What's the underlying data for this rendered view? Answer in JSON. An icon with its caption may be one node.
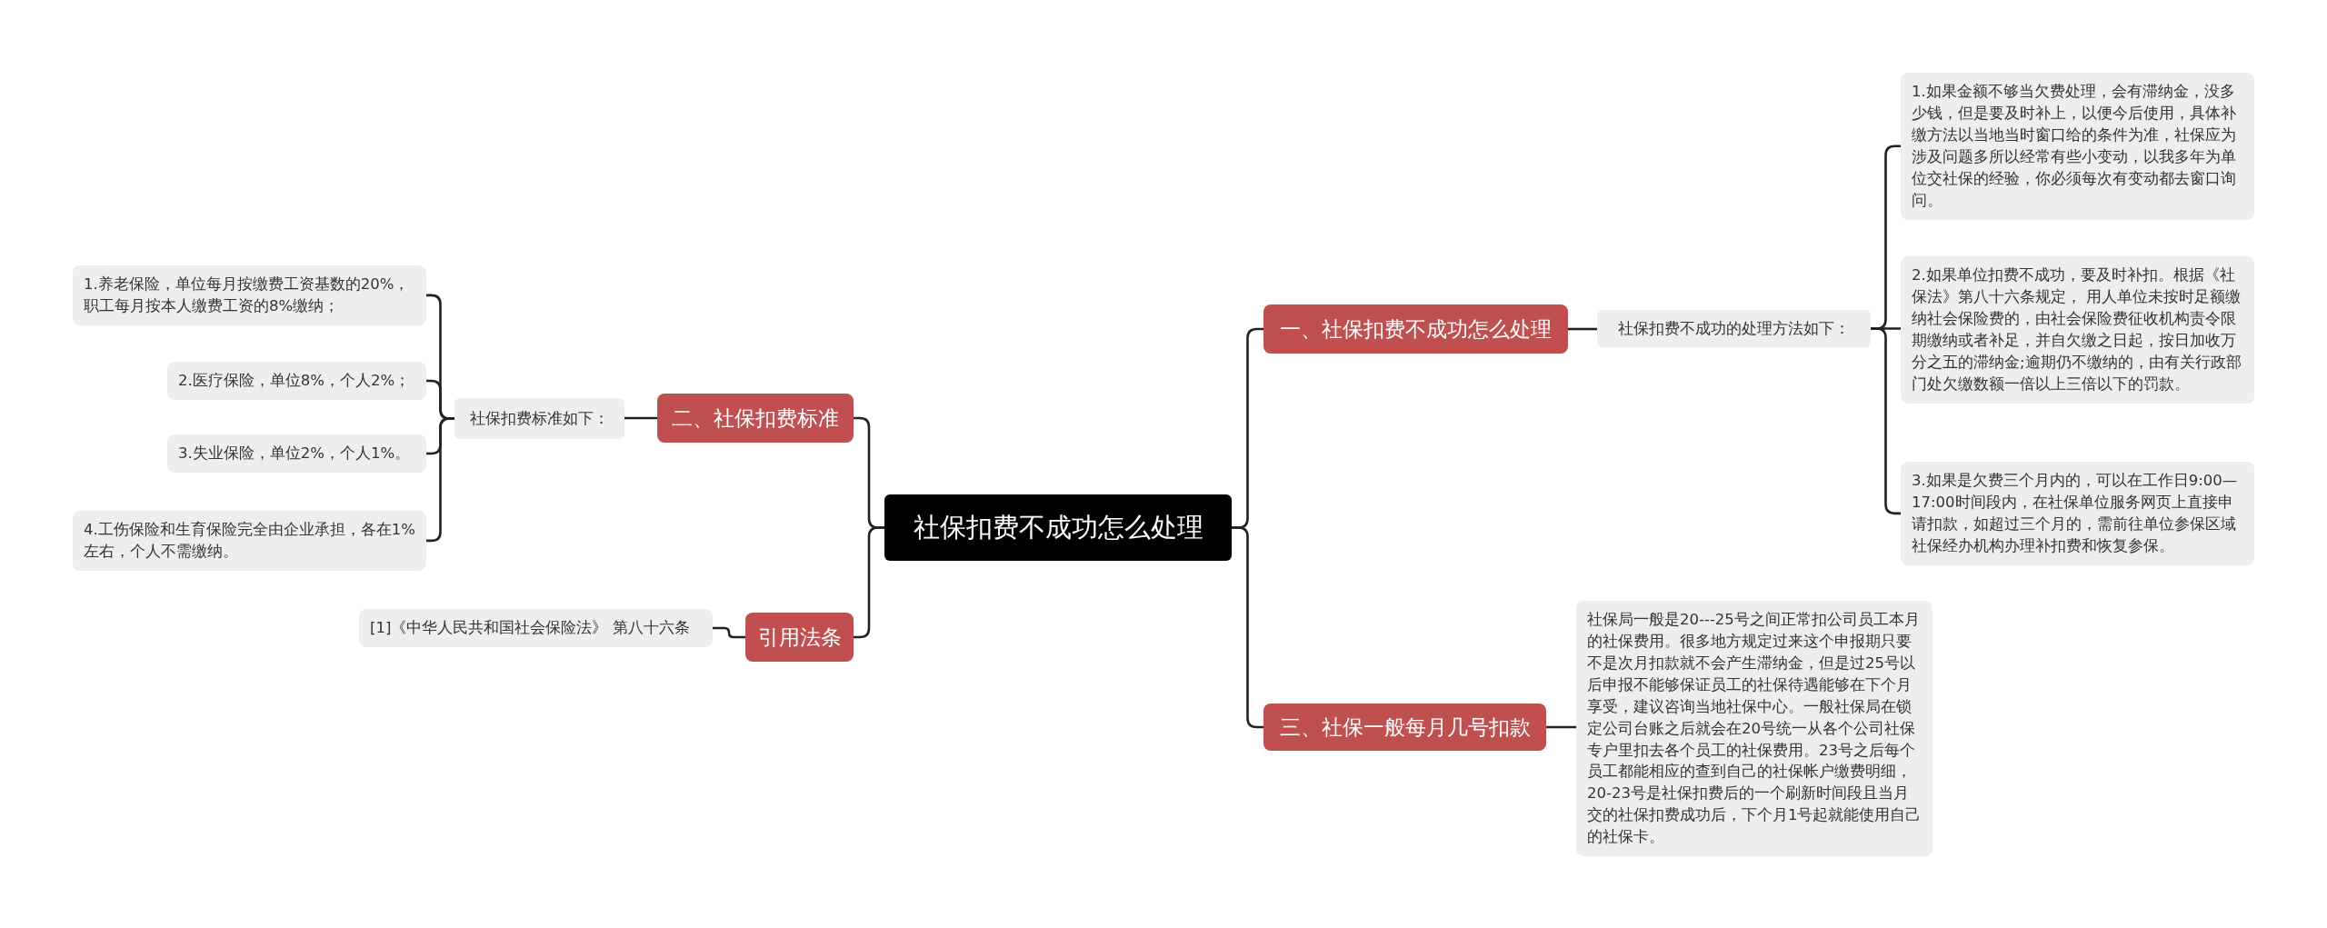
{
  "diagram": {
    "nodes": [
      {
        "text": [
          "社保扣费不成功怎么处理"
        ]
      },
      {
        "text": [
          "一、社保扣费不成功怎么处理"
        ]
      },
      {
        "text": [
          "社保扣费不成功的处理方法如下："
        ]
      },
      {
        "text": [
          "1.如果金额不够当欠费处理，会有滞纳金，没多少钱，但是要及时补上，以便今后使用，具体补缴方法以当地当时窗口给的条件为准，社保应为涉及问题多所以经常有些小变动，以我多年为单位交社保的经验，你必须每次有变动都去窗口询问。"
        ]
      },
      {
        "text": [
          "2.如果单位扣费不成功，要及时补扣。根据《社保法》第八十六条规定， 用人单位未按时足额缴纳社会保险费的，由社会保险费征收机构责令限期缴纳或者补足，并自欠缴之日起，按日加收万分之五的滞纳金;逾期仍不缴纳的，由有关行政部门处欠缴数额一倍以上三倍以下的罚款。"
        ]
      },
      {
        "text": [
          "3.如果是欠费三个月内的，可以在工作日9:00—17:00时间段内，在社保单位服务网页上直接申请扣款，如超过三个月的，需前往单位参保区域社保经办机构办理补扣费和恢复参保。"
        ]
      },
      {
        "text": [
          "三、社保一般每月几号扣款"
        ]
      },
      {
        "text": [
          "社保局一般是20---25号之间正常扣公司员工本月的社保费用。很多地方规定过来这个申报期只要不是次月扣款就不会产生滞纳金，但是过25号以后申报不能够保证员工的社保待遇能够在下个月享受，建议咨询当地社保中心。一般社保局在锁定公司台账之后就会在20号统一从各个公司社保专户里扣去各个员工的社保费用。23号之后每个员工都能相应的查到自己的社保帐户缴费明细，20-23号是社保扣费后的一个刷新时间段且当月交的社保扣费成功后，下个月1号起就能使用自己的社保卡。"
        ]
      },
      {
        "text": [
          "二、社保扣费标准"
        ]
      },
      {
        "text": [
          "社保扣费标准如下："
        ]
      },
      {
        "text": [
          "1.养老保险，单位每月按缴费工资基数的20%，职工每月按本人缴费工资的8%缴纳；"
        ]
      },
      {
        "text": [
          "2.医疗保险，单位8%，个人2%；"
        ]
      },
      {
        "text": [
          "3.失业保险，单位2%，个人1%。"
        ]
      },
      {
        "text": [
          "4.工伤保险和生育保险完全由企业承担，各在1%左右，个人不需缴纳。"
        ]
      },
      {
        "text": [
          "引用法条"
        ]
      },
      {
        "text": [
          "[1]《中华人民共和国社会保险法》 第八十六条"
        ]
      }
    ],
    "edges": [
      {
        "from": 0,
        "to": 1,
        "arrow": "none"
      },
      {
        "from": 1,
        "to": 2,
        "arrow": "none"
      },
      {
        "from": 2,
        "to": 3,
        "arrow": "none"
      },
      {
        "from": 2,
        "to": 4,
        "arrow": "none"
      },
      {
        "from": 2,
        "to": 5,
        "arrow": "none"
      },
      {
        "from": 0,
        "to": 6,
        "arrow": "none"
      },
      {
        "from": 6,
        "to": 7,
        "arrow": "none"
      },
      {
        "from": 0,
        "to": 8,
        "arrow": "none"
      },
      {
        "from": 8,
        "to": 9,
        "arrow": "none"
      },
      {
        "from": 9,
        "to": 10,
        "arrow": "none"
      },
      {
        "from": 9,
        "to": 11,
        "arrow": "none"
      },
      {
        "from": 9,
        "to": 12,
        "arrow": "none"
      },
      {
        "from": 9,
        "to": 13,
        "arrow": "none"
      },
      {
        "from": 0,
        "to": 14,
        "arrow": "none"
      },
      {
        "from": 14,
        "to": 15,
        "arrow": "none"
      }
    ]
  }
}
